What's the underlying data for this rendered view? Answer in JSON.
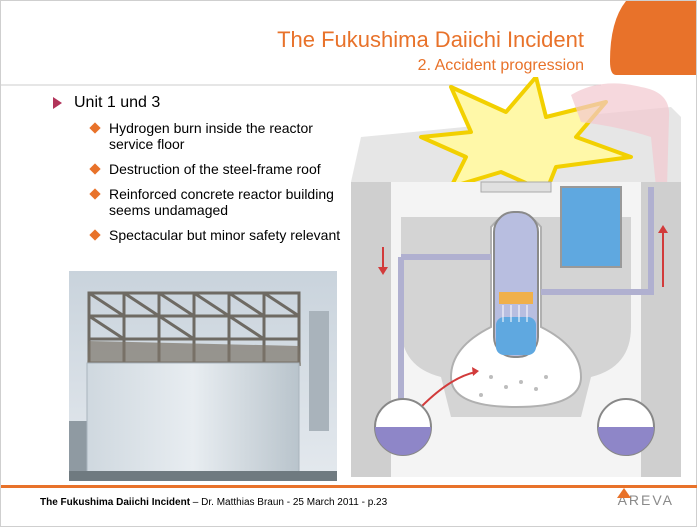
{
  "slide": {
    "title": "The Fukushima Daiichi Incident",
    "subtitle": "2. Accident progression",
    "bullet_main": "Unit 1 und 3",
    "sub_bullets": [
      "Hydrogen burn inside the reactor service floor",
      "Destruction of the steel-frame roof",
      "Reinforced concrete reactor building seems undamaged",
      "Spectacular but minor safety relevant"
    ]
  },
  "images": {
    "photo": "photo of damaged reactor building with exposed steel-frame roof",
    "diagram": "cross-section diagram of reactor building with hydrogen explosion"
  },
  "footer": {
    "title": "The Fukushima Daiichi Incident",
    "rest": " – Dr. Matthias Braun - 25 March 2011 - p.23",
    "brand": "AREVA"
  },
  "colors": {
    "accent": "#e8722a",
    "bullet_triangle": "#b2345a",
    "water": "#5fa8e0",
    "suppression_pool": "#8e86c8",
    "concrete": "#dcdcdc",
    "explosion": "#fff6a0"
  }
}
